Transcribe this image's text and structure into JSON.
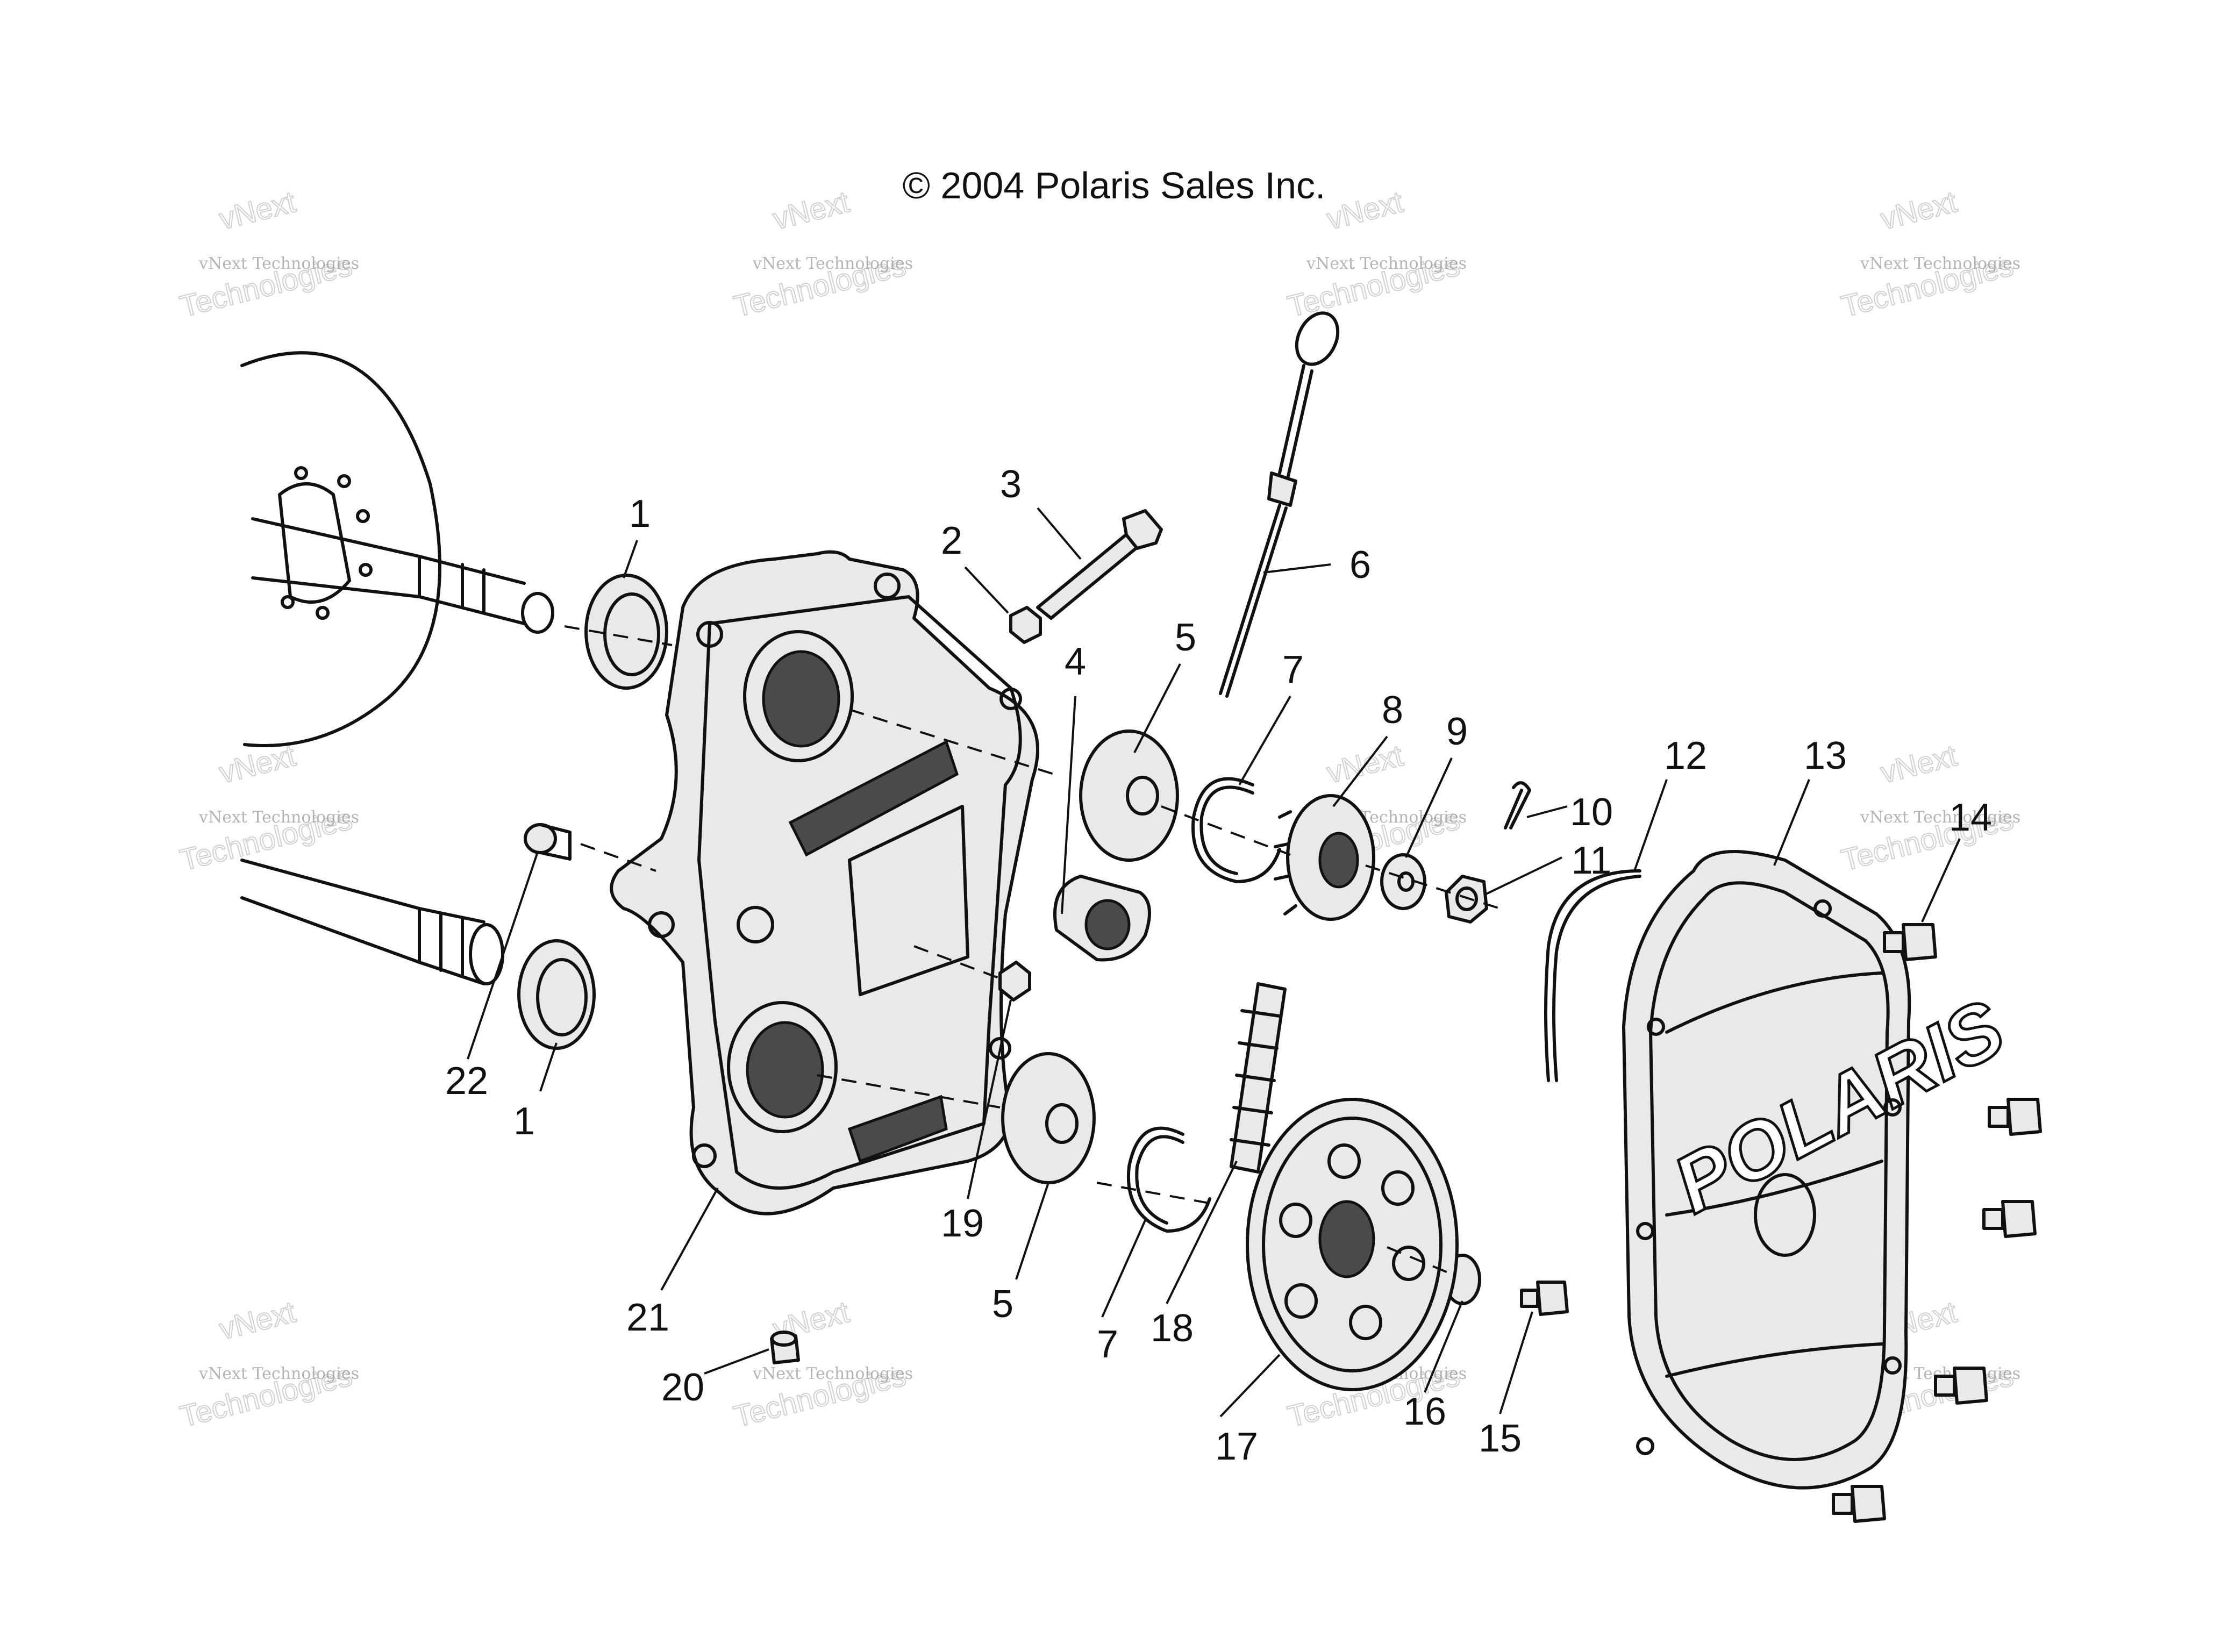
{
  "copyright": "© 2004 Polaris Sales Inc.",
  "watermark": {
    "line1": "vNext Technologies",
    "line2": "vNext",
    "line3": "Technologies"
  },
  "logo": "POLARIS",
  "callouts": [
    "1",
    "2",
    "3",
    "4",
    "5",
    "6",
    "7",
    "8",
    "9",
    "10",
    "11",
    "12",
    "13",
    "14",
    "1",
    "22",
    "19",
    "5",
    "7",
    "18",
    "21",
    "20",
    "17",
    "16",
    "15"
  ]
}
